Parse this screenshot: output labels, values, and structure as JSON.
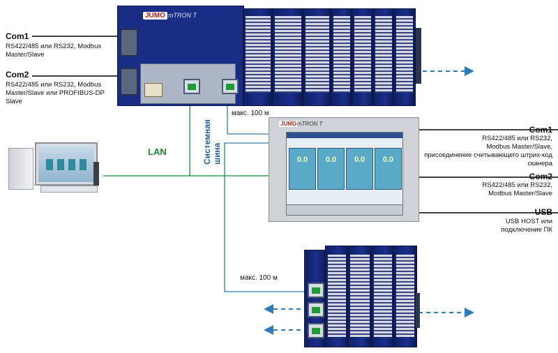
{
  "top_device": {
    "brand": "JUMO",
    "model": "mTRON T",
    "com1": {
      "title": "Com1",
      "desc": [
        "RS422/485 или RS232, Modbus",
        "Master/Slave"
      ]
    },
    "com2": {
      "title": "Com2",
      "desc": [
        "RS422/485 или RS232, Modbus",
        "Master/Slave или PROFIBUS-DP",
        "Slave"
      ]
    }
  },
  "lan_label": "LAN",
  "system_bus_label": [
    "Системная",
    "шина"
  ],
  "distance_top": "макс. 100 м",
  "distance_bottom": "макс. 100 м",
  "hmi": {
    "brand": "JUMO",
    "model": "mTRON T",
    "panel_values": [
      "0.0",
      "0.0",
      "0.0",
      "0.0"
    ],
    "com1": {
      "title": "Com1",
      "desc": [
        "RS422/485 или RS232,",
        "Modbus Master/Slave,",
        "присоединение считывающего штрих-код",
        "сканера"
      ]
    },
    "com2": {
      "title": "Com2",
      "desc": [
        "RS422/485 или RS232,",
        "Modbus Master/Slave"
      ]
    },
    "usb": {
      "title": "USB",
      "desc": [
        "USB HOST или",
        "подключение ПК"
      ]
    }
  },
  "colors": {
    "lan": "#1a8a35",
    "bus": "#1c5fa8",
    "arrow": "#2d7db8",
    "module": "#1a2d85"
  }
}
